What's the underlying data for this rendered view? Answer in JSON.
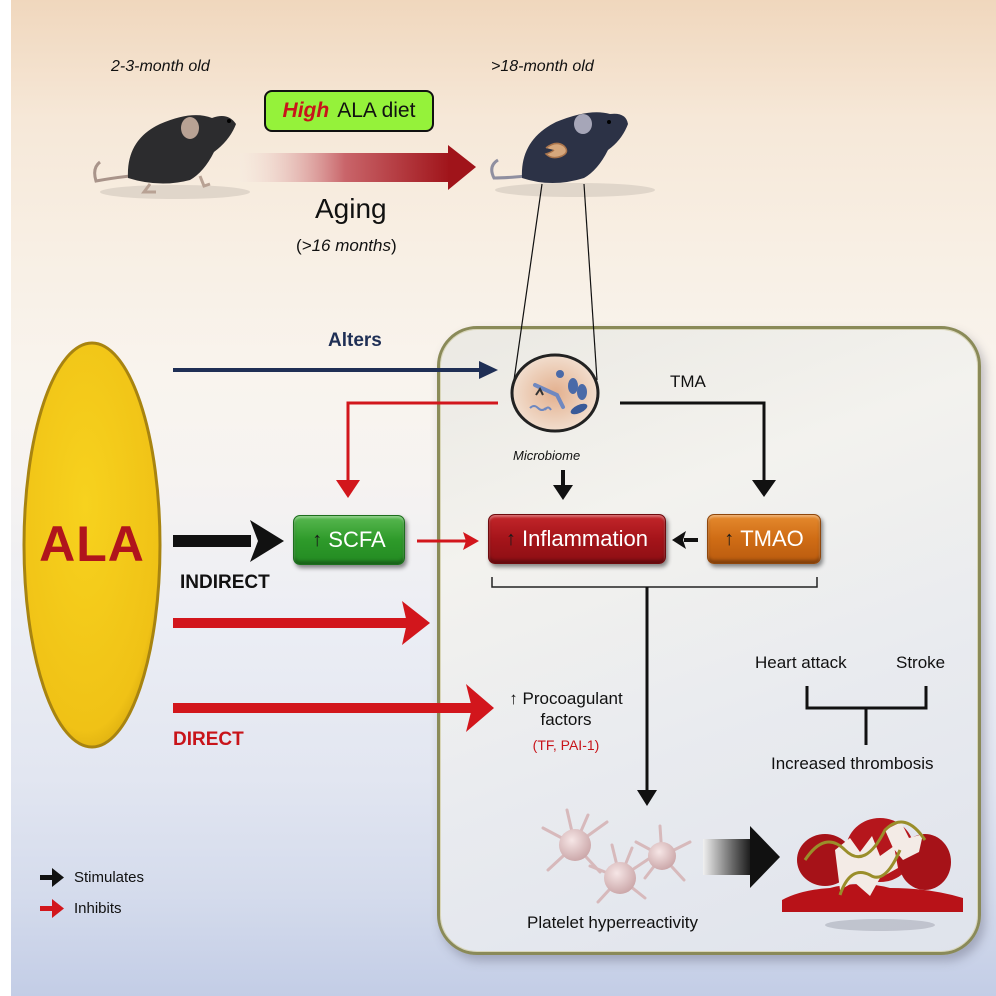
{
  "header": {
    "young_age_label": "2-3-month old",
    "old_age_label": ">18-month old",
    "diet_box": {
      "emphasis": "High",
      "text": "ALA diet"
    },
    "aging_label": "Aging",
    "aging_duration_open": "(",
    "aging_duration": ">16 months",
    "aging_duration_close": ")"
  },
  "ala": {
    "label": "ALA"
  },
  "pathways": {
    "alters_label": "Alters",
    "indirect_label": "INDIRECT",
    "direct_label": "DIRECT",
    "tma_label": "TMA"
  },
  "nodes": {
    "microbiome": "Microbiome",
    "scfa": {
      "arrow": "↑",
      "label": "SCFA"
    },
    "inflammation": {
      "arrow": "↑",
      "label": "Inflammation"
    },
    "tmao": {
      "arrow": "↑",
      "label": "TMAO"
    },
    "procoagulant": {
      "arrow": "↑",
      "line1": "Procoagulant",
      "line2": "factors",
      "detail": "(TF, PAI-1)"
    },
    "platelet": "Platelet hyperreactivity"
  },
  "outcomes": {
    "heart_attack": "Heart attack",
    "stroke": "Stroke",
    "thrombosis": "Increased thrombosis"
  },
  "legend": {
    "stimulates": "Stimulates",
    "inhibits": "Inhibits"
  },
  "colors": {
    "stimulate": "#111111",
    "inhibit": "#d2161c",
    "alter": "#1f2f55",
    "ala_fill": "#f2c61a",
    "ala_text": "#b0141c",
    "scfa": "#2e9a2a",
    "inflammation": "#a5141a",
    "tmao": "#cf6c15",
    "diet_box": "#95f23a"
  }
}
